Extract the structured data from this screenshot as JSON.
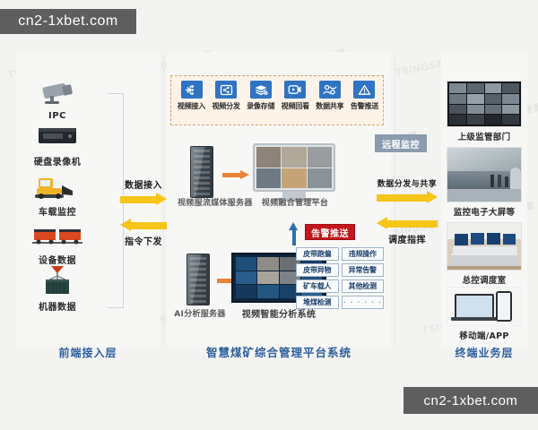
{
  "watermarks": {
    "top": "cn2-1xbet.com",
    "bottom": "cn2-1xbet.com",
    "ghost": "TSINGSEE青犀"
  },
  "colors": {
    "accent_blue": "#2f73c4",
    "title_blue": "#2e5f9e",
    "arrow_yellow": "#f5c518",
    "arrow_orange": "#e8833a",
    "alarm_red": "#c4161c",
    "badge_gray": "#8a9cae",
    "dashed_border": "#d8a36a",
    "page_bg": "#f3f3f1"
  },
  "left_column": {
    "title": "前端接入层",
    "devices": [
      {
        "label": "IPC",
        "icon": "ip-camera-icon"
      },
      {
        "label": "硬盘录像机",
        "icon": "nvr-recorder-icon"
      },
      {
        "label": "车载监控",
        "icon": "vehicle-monitor-icon"
      },
      {
        "label": "设备数据",
        "icon": "mine-cart-icon"
      },
      {
        "label": "机器数据",
        "icon": "container-machine-icon"
      }
    ]
  },
  "left_arrows": [
    {
      "label": "数据接入",
      "direction": "right"
    },
    {
      "label": "指令下发",
      "direction": "left"
    }
  ],
  "right_arrows": [
    {
      "label": "数据分发与共享",
      "direction": "right"
    },
    {
      "label": "调度指挥",
      "direction": "left"
    }
  ],
  "center": {
    "title": "智慧煤矿综合管理平台系统",
    "features": [
      {
        "label": "视频接入",
        "icon": "video-input-icon"
      },
      {
        "label": "视频分发",
        "icon": "video-distribute-icon"
      },
      {
        "label": "录像存储",
        "icon": "record-storage-icon"
      },
      {
        "label": "视频回看",
        "icon": "video-playback-icon"
      },
      {
        "label": "数据共享",
        "icon": "data-share-icon"
      },
      {
        "label": "告警推送",
        "icon": "alarm-push-icon"
      }
    ],
    "stream_server_label": "视频服流媒体服务器",
    "platform_label": "视频融合管理平台",
    "ai_server_label": "AI分析服务器",
    "ai_system_label": "视频智能分析系统",
    "remote_badge": "远程监控",
    "alarm_badge": "告警推送",
    "detection_tags": [
      "皮带跑偏",
      "违规操作",
      "皮带异物",
      "异常告警",
      "矿车载人",
      "其他检测",
      "堆煤检测",
      "· · · · · ·"
    ]
  },
  "right_column": {
    "title": "终端业务层",
    "terminals": [
      {
        "label": "上级监管部门",
        "icon": "supervision-wall-icon"
      },
      {
        "label": "监控电子大屏等",
        "icon": "led-big-screen-icon"
      },
      {
        "label": "总控调度室",
        "icon": "control-room-icon"
      },
      {
        "label": "移动端/APP",
        "icon": "mobile-app-icon"
      }
    ]
  }
}
